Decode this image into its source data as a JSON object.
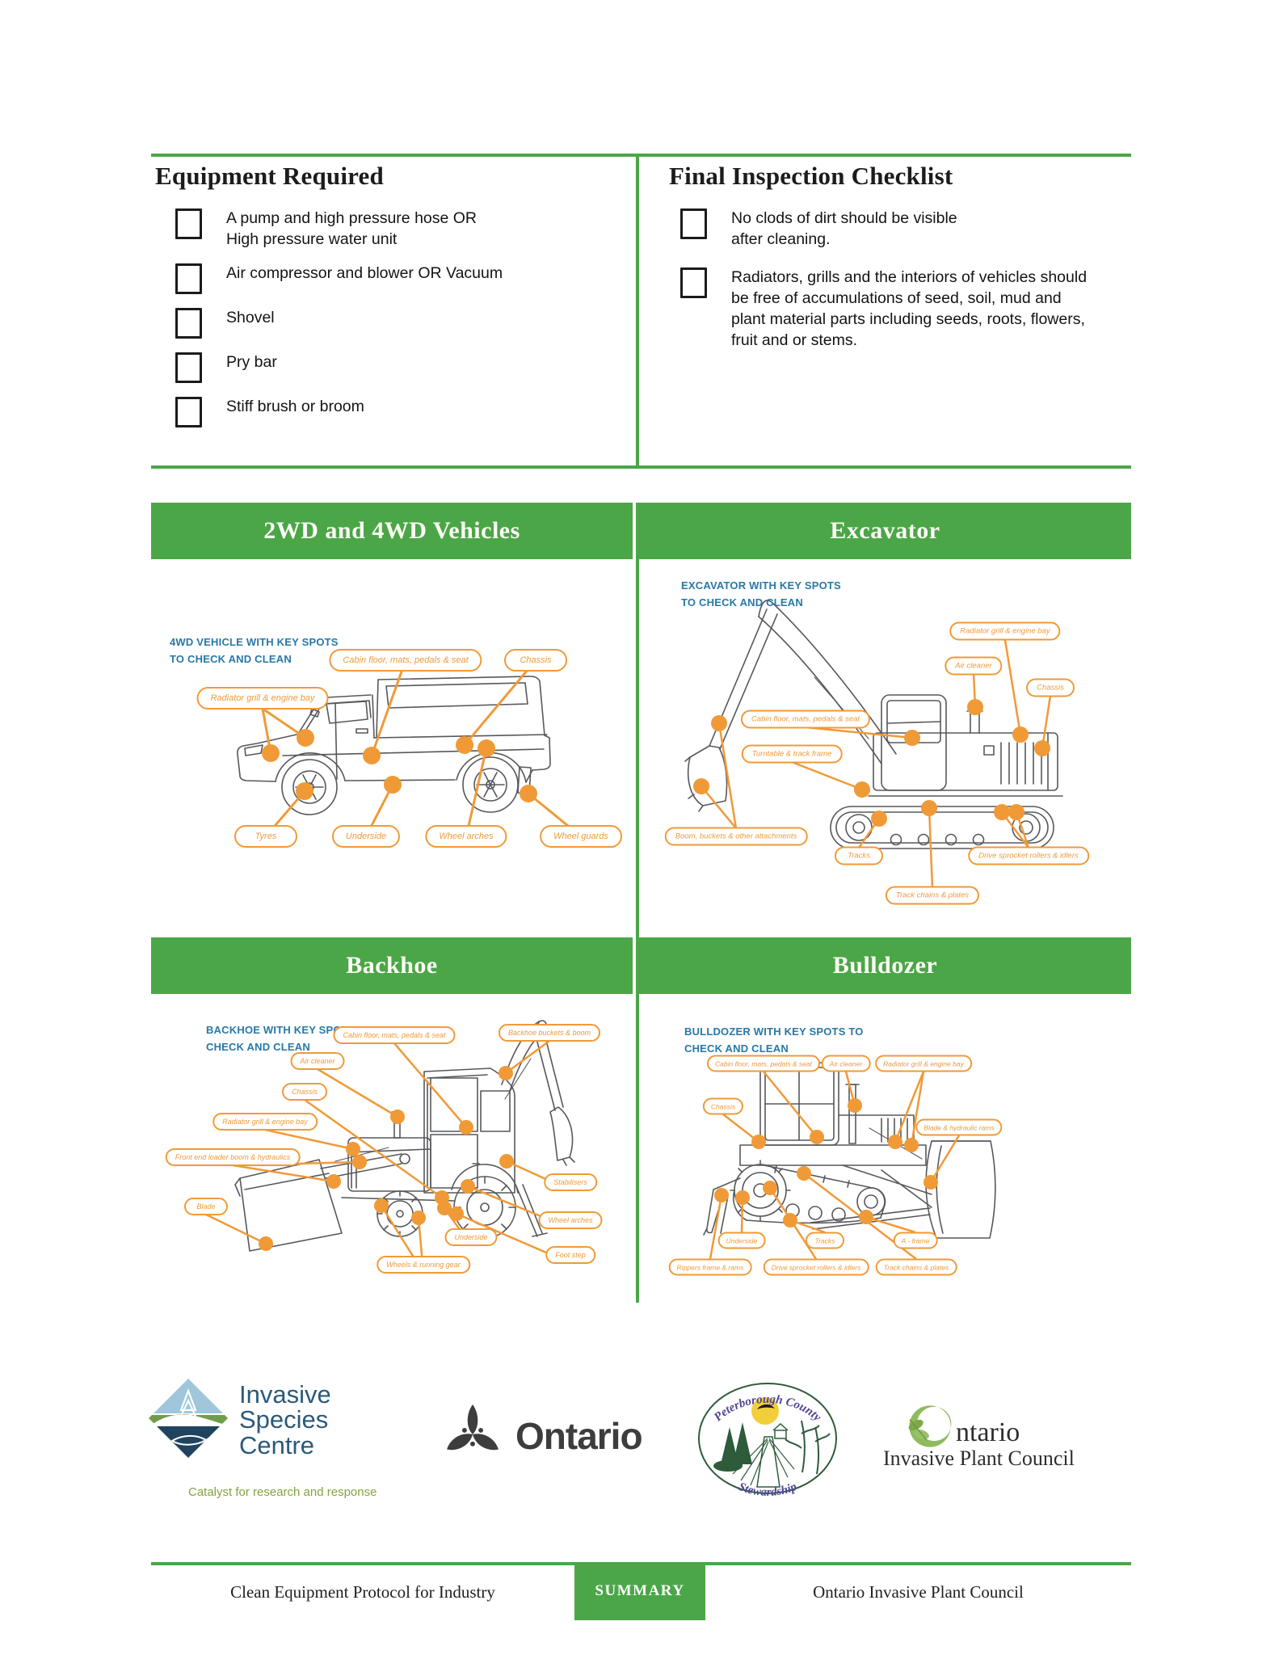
{
  "colors": {
    "green": "#4BA648",
    "orange": "#F09A37",
    "caption_blue": "#2878A6"
  },
  "checklists": {
    "left": {
      "title": "Equipment Required",
      "items": [
        "A pump and high pressure hose OR High pressure water unit",
        "Air compressor and blower OR Vacuum",
        "Shovel",
        "Pry bar",
        "Stiff brush or broom"
      ]
    },
    "right": {
      "title": "Final Inspection Checklist",
      "items": [
        "No clods of dirt should be visible after cleaning.",
        "Radiators, grills and the interiors of vehicles should be free of accumulations of seed, soil, mud and plant material parts including seeds, roots, flowers, fruit and or stems."
      ]
    }
  },
  "panels": [
    {
      "title": "2WD and 4WD Vehicles",
      "caption": "4WD VEHICLE WITH KEY SPOTS\nTO CHECK AND CLEAN",
      "labels": [
        "Cabin floor, mats, pedals & seat",
        "Chassis",
        "Radiator grill & engine bay",
        "Tyres",
        "Underside",
        "Wheel arches",
        "Wheel guards"
      ]
    },
    {
      "title": "Excavator",
      "caption": "EXCAVATOR WITH KEY SPOTS\nTO CHECK AND CLEAN",
      "labels": [
        "Radiator grill & engine bay",
        "Air cleaner",
        "Chassis",
        "Cabin floor, mats, pedals & seat",
        "Turntable & track frame",
        "Boom, buckets & other attachments",
        "Tracks",
        "Drive sprocket rollers & idlers",
        "Track chains & plates"
      ]
    },
    {
      "title": "Backhoe",
      "caption": "BACKHOE WITH KEY SPOTS TO\nCHECK AND CLEAN",
      "labels": [
        "Cabin floor, mats, pedals & seat",
        "Backhoe buckets & boom",
        "Air cleaner",
        "Chassis",
        "Radiator grill & engine bay",
        "Front end loader boom & hydraulics",
        "Blade",
        "Stabilisers",
        "Wheel arches",
        "Underside",
        "Foot step",
        "Wheels & running gear"
      ]
    },
    {
      "title": "Bulldozer",
      "caption": "BULLDOZER WITH KEY SPOTS TO\nCHECK AND CLEAN",
      "labels": [
        "Cabin floor, mats, pedals & seat",
        "Air cleaner",
        "Radiator grill & engine bay",
        "Chassis",
        "Blade & hydraulic rams",
        "Underside",
        "Tracks",
        "A - frame",
        "Rippers frame & rams",
        "Drive sprocket rollers & idlers",
        "Track chains & plates"
      ]
    }
  ],
  "logos": {
    "invasive_species_centre": {
      "lines": [
        "Invasive",
        "Species",
        "Centre"
      ],
      "tagline": "Catalyst for research and response"
    },
    "ontario": {
      "wordmark": "Ontario"
    },
    "peterborough_stewardship": {
      "arc_top": "Peterborough County",
      "arc_bottom": "Stewardship"
    },
    "ontario_invasive_plant_council": {
      "line1": "ntario",
      "line2": "Invasive Plant Council"
    }
  },
  "footer": {
    "left": "Clean Equipment Protocol for Industry",
    "badge": "SUMMARY",
    "right": "Ontario Invasive Plant Council"
  }
}
